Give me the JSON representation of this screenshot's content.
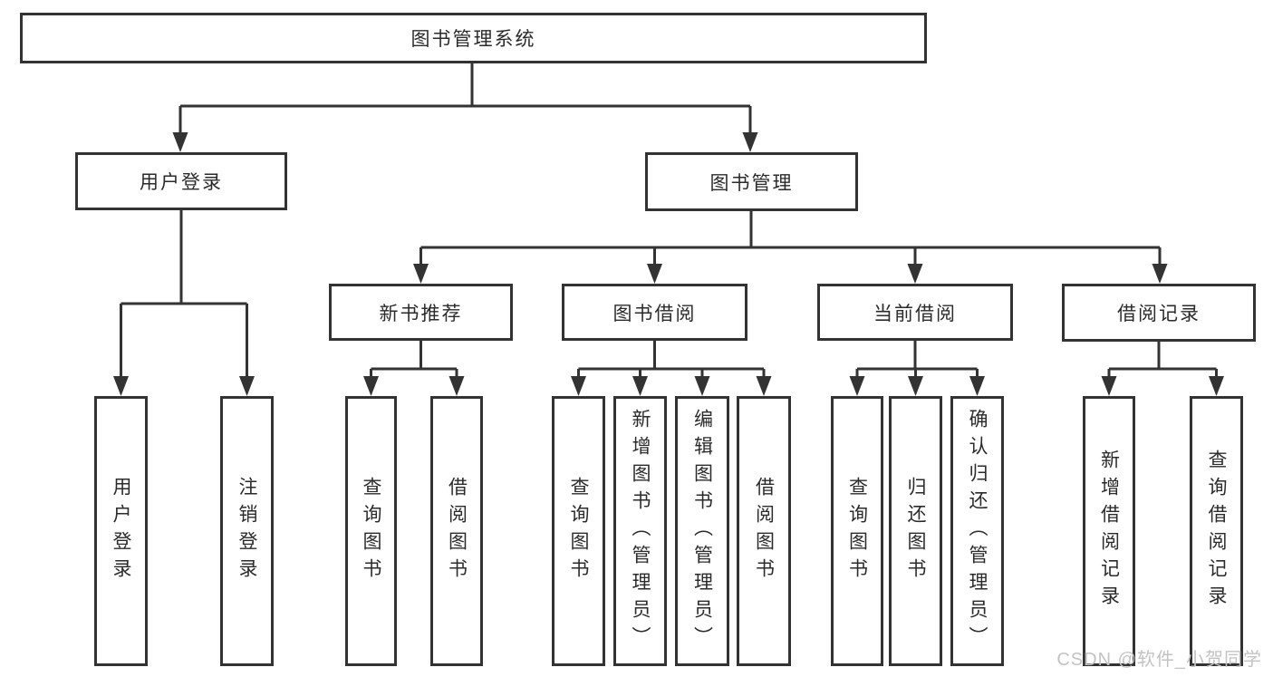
{
  "root": {
    "label": "图书管理系统"
  },
  "user_login": {
    "label": "用户登录",
    "children": [
      {
        "label": "用户登录"
      },
      {
        "label": "注销登录"
      }
    ]
  },
  "book_mgmt": {
    "label": "图书管理",
    "groups": [
      {
        "label": "新书推荐",
        "children": [
          {
            "label": "查询图书"
          },
          {
            "label": "借阅图书"
          }
        ]
      },
      {
        "label": "图书借阅",
        "children": [
          {
            "label": "查询图书"
          },
          {
            "label": "新增图书（管理员）"
          },
          {
            "label": "编辑图书（管理员）"
          },
          {
            "label": "借阅图书"
          }
        ]
      },
      {
        "label": "当前借阅",
        "children": [
          {
            "label": "查询图书"
          },
          {
            "label": "归还图书"
          },
          {
            "label": "确认归还（管理员）"
          }
        ]
      },
      {
        "label": "借阅记录",
        "children": [
          {
            "label": "新增借阅记录"
          },
          {
            "label": "查询借阅记录"
          }
        ]
      }
    ]
  },
  "watermark": "CSDN @软件_小贺同学",
  "colors": {
    "line": "#333333",
    "text": "#2b2b2b",
    "box_background": "#ffffff",
    "watermark": "#c3c3c3",
    "background": "#ffffff"
  }
}
